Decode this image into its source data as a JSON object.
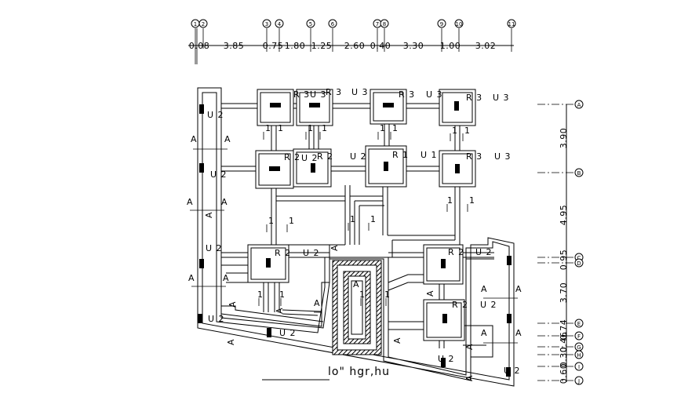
{
  "title": "lo\"   hgr,hu",
  "top_grid": {
    "labels": [
      "1",
      "2",
      "3",
      "4",
      "5",
      "6",
      "7",
      "8",
      "9",
      "10",
      "11"
    ],
    "dimensions": [
      "0.08",
      "3.85",
      "0.75",
      "1.80",
      "1.25",
      "2.60",
      "0.40",
      "3.30",
      "1.00",
      "3.02"
    ]
  },
  "right_grid": {
    "labels": [
      "A",
      "B",
      "C",
      "D",
      "E",
      "F",
      "G",
      "H",
      "I",
      "J"
    ],
    "dimensions": [
      "3.90",
      "4.95",
      "0.95",
      "3.70",
      "0.74",
      "0.46",
      "0.30",
      "0.60"
    ]
  },
  "tags": {
    "R3": "R 3",
    "U3": "U 3",
    "R2": "R 2",
    "U2": "U 2",
    "R1": "R 1",
    "U1": "U 1",
    "A": "A",
    "one": "1"
  }
}
